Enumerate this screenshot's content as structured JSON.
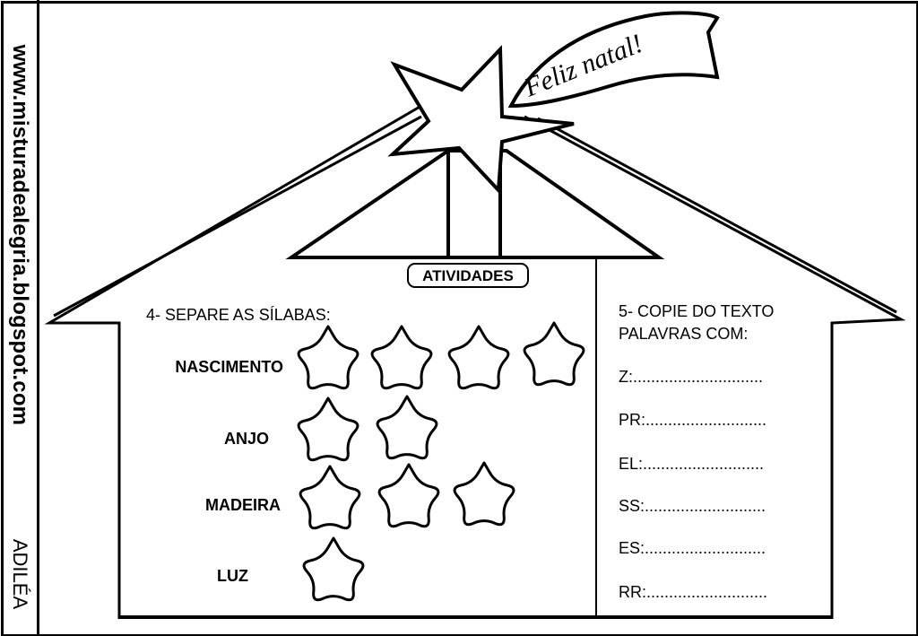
{
  "sidebar": {
    "url": "www.misturadealegria.blogspot.com",
    "author": "ADILÉA"
  },
  "banner": {
    "text": "Feliz natal!"
  },
  "activities_title": "ATIVIDADES",
  "section4": {
    "instruction": "4- SEPARE AS SÍLABAS:",
    "words": [
      {
        "word": "NASCIMENTO",
        "star_count": 4
      },
      {
        "word": "ANJO",
        "star_count": 2
      },
      {
        "word": "MADEIRA",
        "star_count": 3
      },
      {
        "word": "LUZ",
        "star_count": 1
      }
    ]
  },
  "section5": {
    "instruction_line1": "5- COPIE DO TEXTO",
    "instruction_line2": "PALAVRAS COM:",
    "items": [
      "Z:.............................",
      "PR:...........................",
      "EL:...........................",
      "SS:...........................",
      "ES:...........................",
      "RR:..........................."
    ]
  },
  "colors": {
    "ink": "#000000",
    "paper": "#ffffff"
  }
}
